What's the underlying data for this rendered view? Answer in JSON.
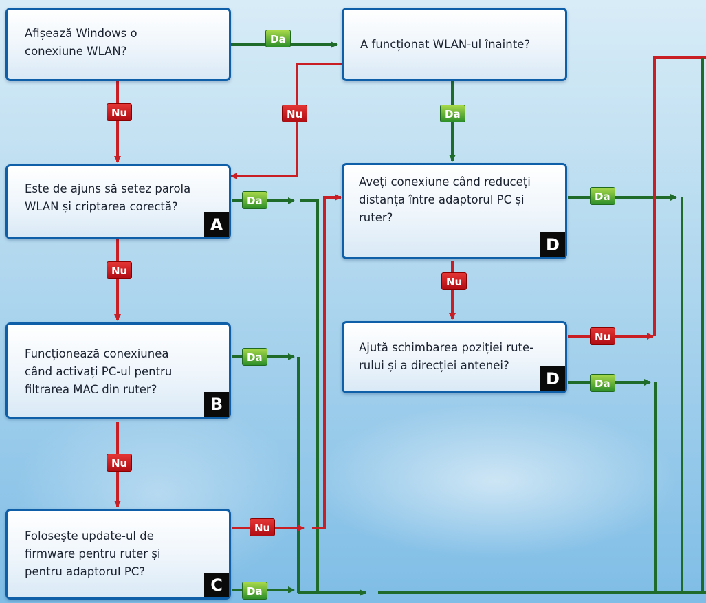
{
  "colors": {
    "yes": "#1f6b2a",
    "no": "#c81e24",
    "box_border": "#0f5fa8"
  },
  "labels": {
    "yes": "Da",
    "no": "Nu"
  },
  "questions": {
    "q1": "Afișează Windows o\nconexiune WLAN?",
    "q2": "A funcționat WLAN-ul înainte?",
    "q3": "Este de ajuns să setez parola\nWLAN și criptarea corectă?",
    "q4": "Aveți conexiune când reduceți\ndistanța între adaptorul PC și\nruter?",
    "q5": "Funcționează conexiunea\ncând activați PC-ul pentru\nfiltrarea MAC din ruter?",
    "q6": "Ajută schimbarea poziției rute-\nrului și a direcției antenei?",
    "q7": "Folosește update-ul de\nfirmware pentru ruter și\npentru adaptorul PC?"
  },
  "refs": {
    "q3": "A",
    "q4": "D",
    "q5": "B",
    "q6": "D",
    "q7": "C"
  }
}
